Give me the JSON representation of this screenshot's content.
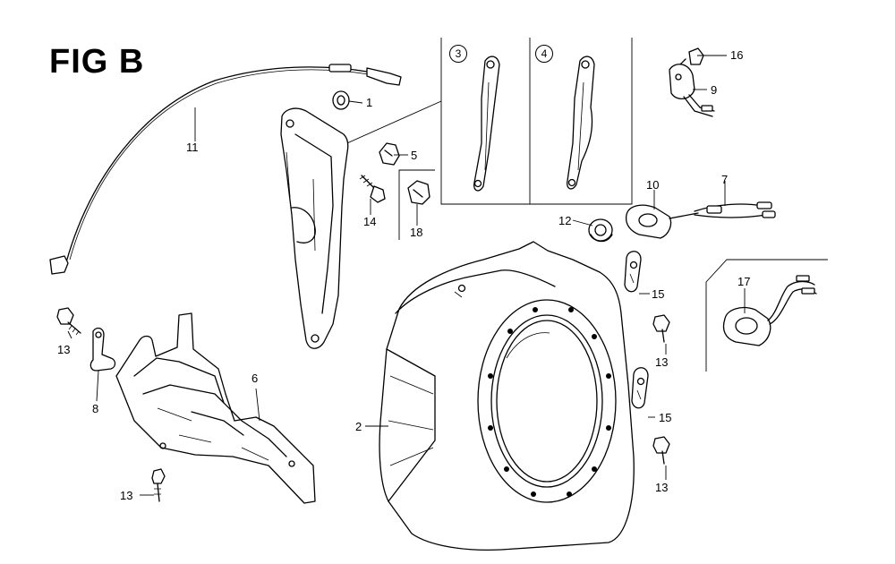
{
  "figure": {
    "title": "FIG B"
  },
  "detail_tags": {
    "left": "3",
    "right": "4"
  },
  "callouts": {
    "c1": "1",
    "c2": "2",
    "c5": "5",
    "c6": "6",
    "c7": "7",
    "c8": "8",
    "c9": "9",
    "c10": "10",
    "c11": "11",
    "c12": "12",
    "c13a": "13",
    "c13b": "13",
    "c13c": "13",
    "c13d": "13",
    "c14": "14",
    "c15a": "15",
    "c15b": "15",
    "c16": "16",
    "c17": "17",
    "c18": "18"
  }
}
